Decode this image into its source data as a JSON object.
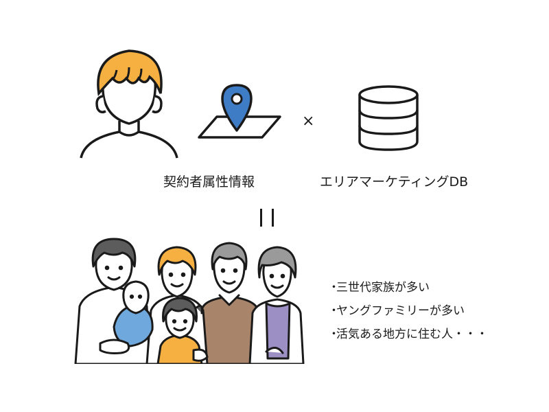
{
  "colors": {
    "line": "#1a1a1a",
    "skin": "#ffffff",
    "hair_orange": "#f5b041",
    "hair_gray": "#9a9a9a",
    "pin_blue": "#3f7cc6",
    "baby_blue": "#6fa8dc",
    "grandpa_vest": "#a8846a",
    "grandma_shirt": "#9b8fc4",
    "girl_shirt": "#f5b041"
  },
  "icons": {
    "person": "person-silhouette-icon",
    "pin": "map-pin-icon",
    "database": "database-icon",
    "times": "multiply-icon",
    "equals": "equals-icon"
  },
  "labels": {
    "times": "×",
    "contractor_attributes": "契約者属性情報",
    "area_marketing_db": "エリアマーケティングDB"
  },
  "bullets": [
    {
      "marker": "・",
      "text": "三世代家族が多い"
    },
    {
      "marker": "・",
      "text": "ヤングファミリーが多い"
    },
    {
      "marker": "・",
      "text": "活気ある地方に住む人・・・"
    }
  ]
}
